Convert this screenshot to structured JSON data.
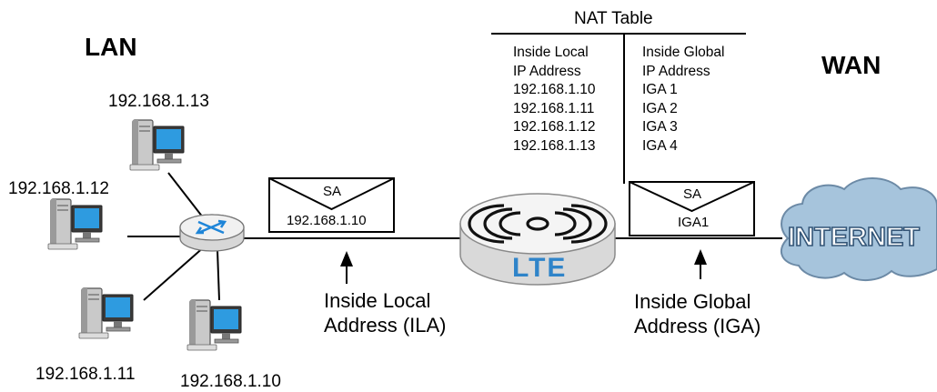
{
  "zones": {
    "lan": "LAN",
    "wan": "WAN"
  },
  "hosts": [
    {
      "ip": "192.168.1.13"
    },
    {
      "ip": "192.168.1.12"
    },
    {
      "ip": "192.168.1.11"
    },
    {
      "ip": "192.168.1.10"
    }
  ],
  "nat_table": {
    "title": "NAT Table",
    "local_header": [
      "Inside Local",
      "IP Address"
    ],
    "global_header": [
      "Inside Global",
      "IP Address"
    ],
    "rows": [
      {
        "local": "192.168.1.10",
        "global": "IGA 1"
      },
      {
        "local": "192.168.1.11",
        "global": "IGA 2"
      },
      {
        "local": "192.168.1.12",
        "global": "IGA 3"
      },
      {
        "local": "192.168.1.13",
        "global": "IGA 4"
      }
    ]
  },
  "packet_lan": {
    "field": "SA",
    "value": "192.168.1.10"
  },
  "packet_wan": {
    "field": "SA",
    "value": "IGA1"
  },
  "device": {
    "label": "LTE"
  },
  "internet": {
    "label": "INTERNET"
  },
  "callouts": {
    "ila": [
      "Inside Local",
      "Address (ILA)"
    ],
    "iga": [
      "Inside Global",
      "Address (IGA)"
    ]
  },
  "colors": {
    "monitor": "#2e9be0",
    "computer_body": "#b8b8b8",
    "router_body": "#e2e2e2",
    "lte_text": "#2f84c9",
    "cloud": "#a6c4dc",
    "internet_text": "#ffffff"
  }
}
